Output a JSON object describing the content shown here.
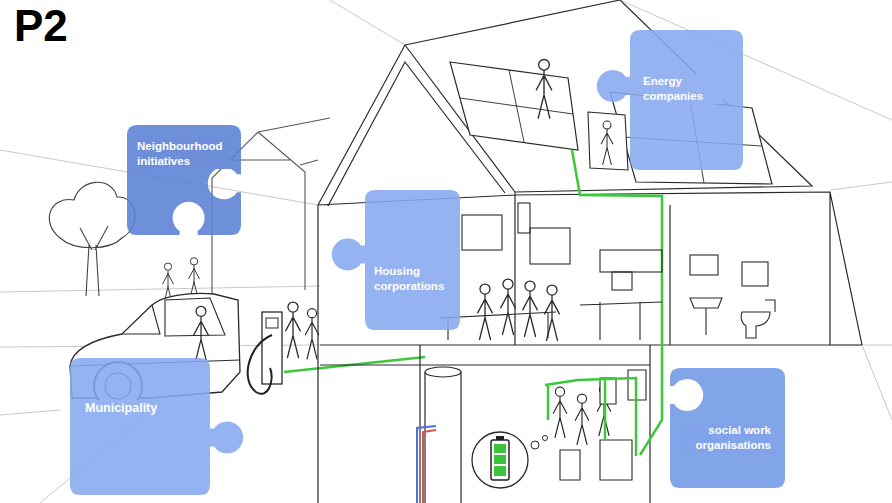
{
  "diagram": {
    "title": "P2",
    "nodes": [
      {
        "text": [
          "Energy companies"
        ]
      },
      {
        "text": [
          "Neighbourhood initiatives"
        ]
      },
      {
        "text": [
          "Housing corporations"
        ]
      },
      {
        "text": [
          "Municipality"
        ]
      },
      {
        "text": [
          "social work organisations"
        ]
      }
    ]
  }
}
